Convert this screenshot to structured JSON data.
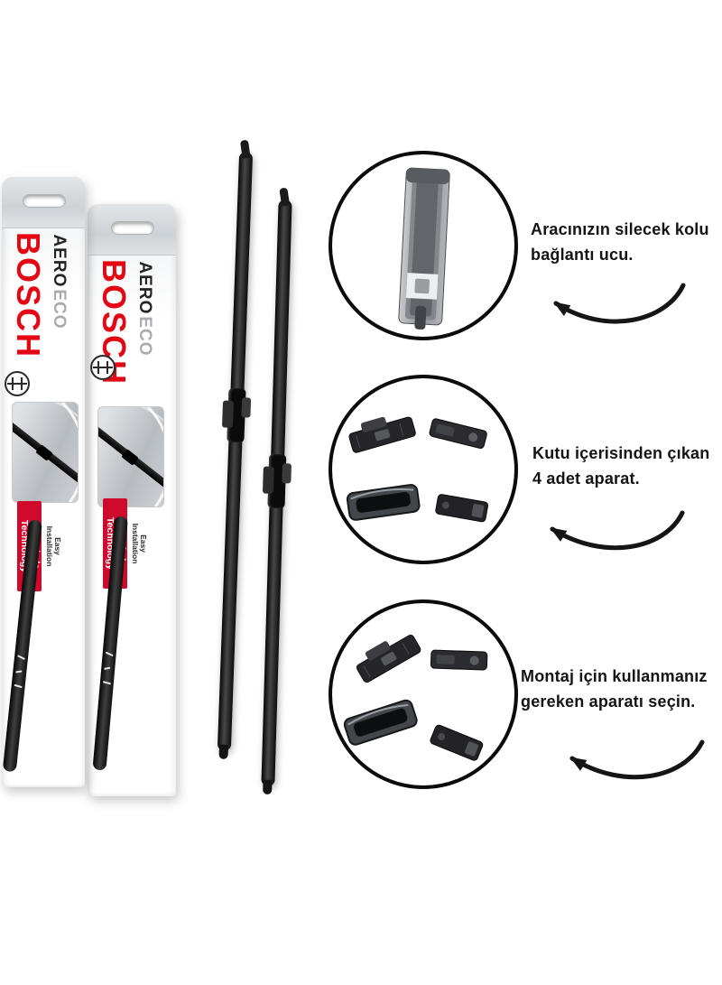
{
  "packaging": {
    "brand": "BOSCH",
    "series": "AERO",
    "series2": "ECO",
    "badge": {
      "line1": "Flat Blade",
      "line2": "Technology"
    },
    "easy": {
      "line1": "Easy",
      "line2": "Installation"
    }
  },
  "annotations": {
    "arm_end": {
      "line1": "Aracınızın silecek kolu",
      "line2": "bağlantı ucu."
    },
    "box_contents": {
      "line1": "Kutu içerisinden çıkan",
      "line2": "4 adet aparat."
    },
    "select_adapter": {
      "line1": "Montaj için kullanmanız",
      "line2": "gereken aparatı seçin."
    }
  },
  "colors": {
    "bosch_red": "#e30613",
    "badge_red": "#cf0a2c",
    "annotation_text": "#141414",
    "circle_ring": "#0b0b0b",
    "background": "#ffffff"
  }
}
